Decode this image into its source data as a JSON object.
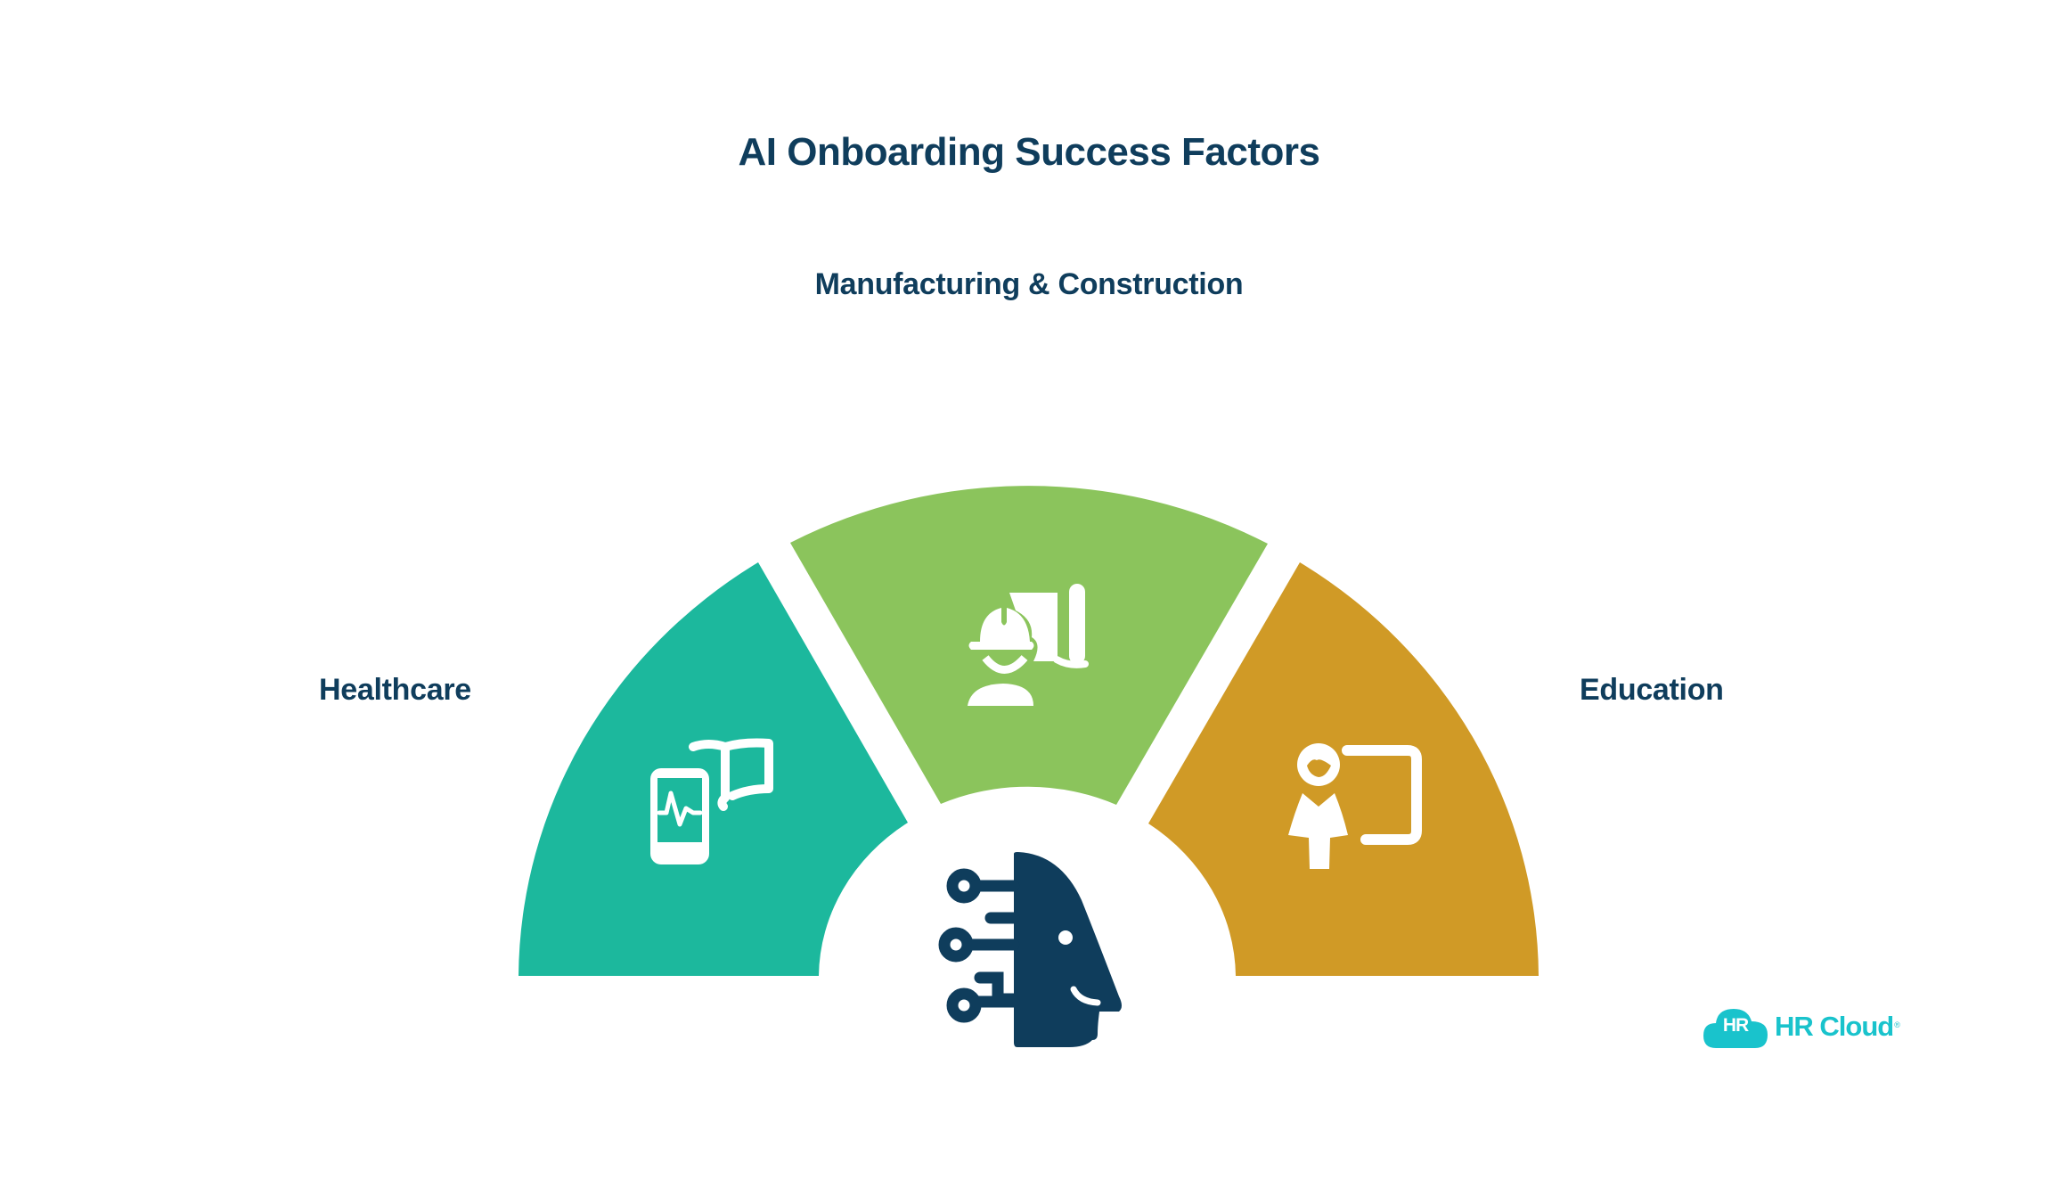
{
  "title": "AI Onboarding Success Factors",
  "segments": [
    {
      "id": "healthcare",
      "label": "Healthcare",
      "color": "#1cb89d",
      "icon": "mobile-health-book-icon"
    },
    {
      "id": "manufacturing",
      "label": "Manufacturing & Construction",
      "color": "#8bc45c",
      "icon": "construction-worker-blueprint-icon"
    },
    {
      "id": "education",
      "label": "Education",
      "color": "#d09a26",
      "icon": "teacher-whiteboard-icon"
    }
  ],
  "center": {
    "icon": "ai-head-circuit-icon",
    "color": "#0f3d5c"
  },
  "logo": {
    "badge": "HR",
    "name": "HR Cloud",
    "registered": "®",
    "color": "#19c3cc"
  }
}
